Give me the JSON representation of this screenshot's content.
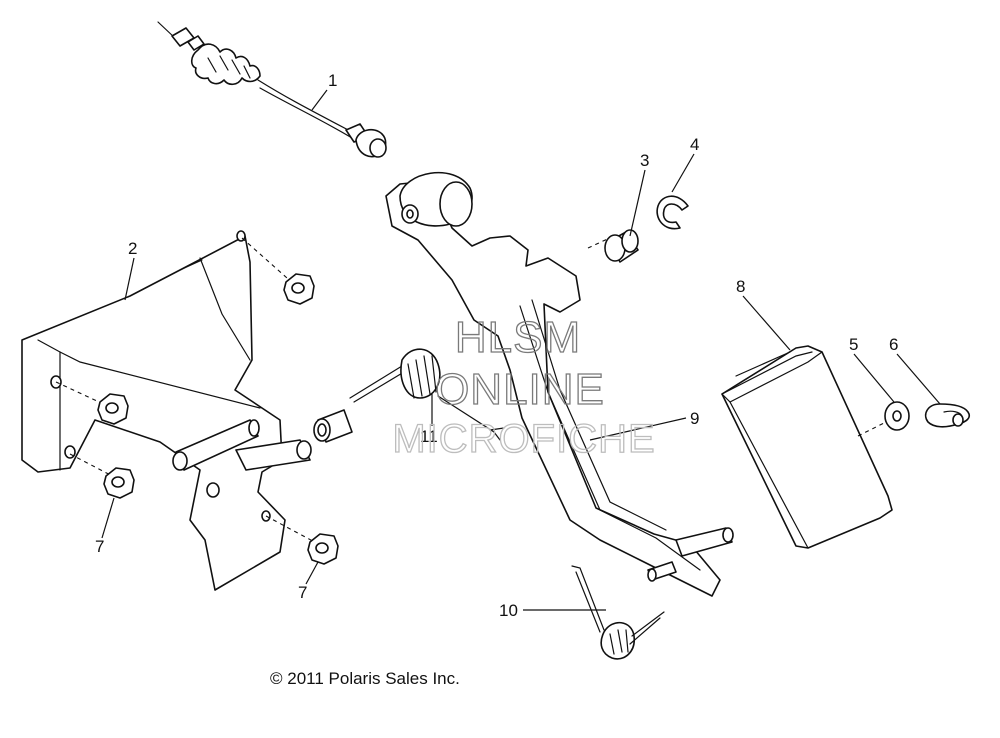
{
  "watermark": {
    "line1": "HLSM",
    "line2": "ONLINE",
    "line3": "MICROFICHE"
  },
  "callouts": {
    "c1": "1",
    "c2": "2",
    "c3": "3",
    "c4": "4",
    "c5": "5",
    "c6": "6",
    "c7a": "7",
    "c7b": "7",
    "c8": "8",
    "c9": "9",
    "c10": "10",
    "c11": "11"
  },
  "copyright": "© 2011 Polaris Sales Inc."
}
